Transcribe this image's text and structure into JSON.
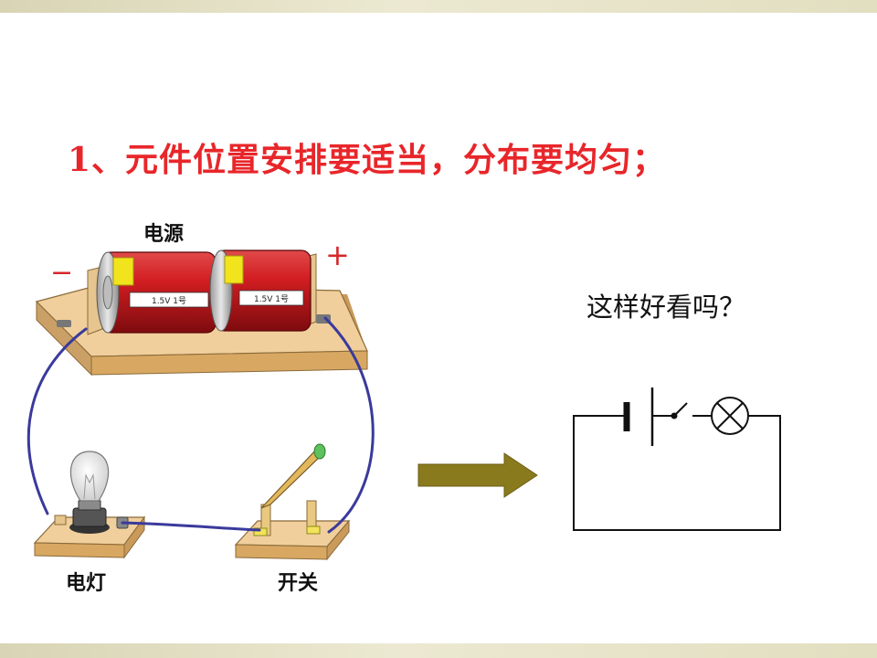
{
  "slide": {
    "heading": "1、元件位置安排要适当，分布要均匀；",
    "question": "这样好看吗？"
  },
  "labels": {
    "power_source": "电源",
    "lamp": "电灯",
    "switch": "开关",
    "minus": "−",
    "plus": "+",
    "battery_print_1": "1.5V 1号",
    "battery_print_2": "1.5V 1号"
  },
  "colors": {
    "heading": "#e8262a",
    "wire": "#3a3a9c",
    "battery_red": "#c8141a",
    "battery_yellow": "#f2e41c",
    "board": "#f0cf9c",
    "arrow": "#8a7a1e"
  },
  "icons": [
    "battery-icon",
    "light-bulb-icon",
    "knife-switch-icon",
    "right-arrow-icon",
    "lamp-symbol-icon",
    "switch-symbol-icon",
    "cell-symbol-icon"
  ]
}
